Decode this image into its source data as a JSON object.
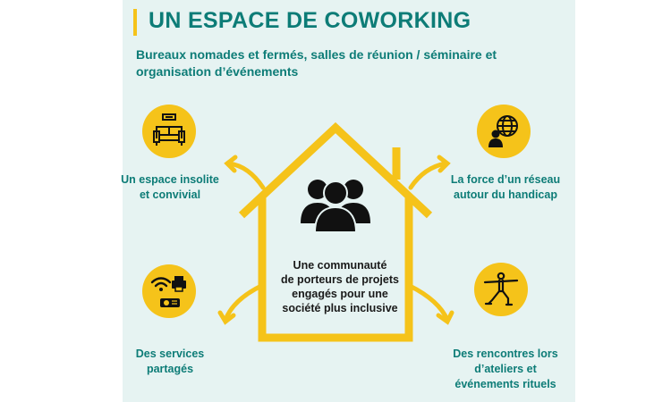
{
  "header": {
    "title": "UN ESPACE DE COWORKING",
    "subtitle_line1": "Bureaux nomades et fermés, salles de réunion / séminaire et",
    "subtitle_line2": "organisation d’événements"
  },
  "center": {
    "line1": "Une communauté",
    "line2": "de porteurs de projets",
    "line3": "engagés pour une",
    "line4": "société plus inclusive"
  },
  "items": {
    "top_left": {
      "line1": "Un espace insolite",
      "line2": "et convivial",
      "icon": "sofa-icon"
    },
    "top_right": {
      "line1": "La force d’un réseau",
      "line2": "autour du handicap",
      "icon": "globe-person-icon"
    },
    "bottom_left": {
      "line1": "Des services",
      "line2": "partagés",
      "icon": "wifi-printer-projector-icon"
    },
    "bottom_right": {
      "line1": "Des rencontres lors",
      "line2": "d’ateliers et",
      "line3": "événements rituels",
      "icon": "yoga-pose-icon"
    }
  },
  "colors": {
    "accent_yellow": "#f5c31a",
    "teal": "#0d7c77",
    "panel_bg": "#e6f3f2",
    "dark": "#1a1a1a"
  }
}
